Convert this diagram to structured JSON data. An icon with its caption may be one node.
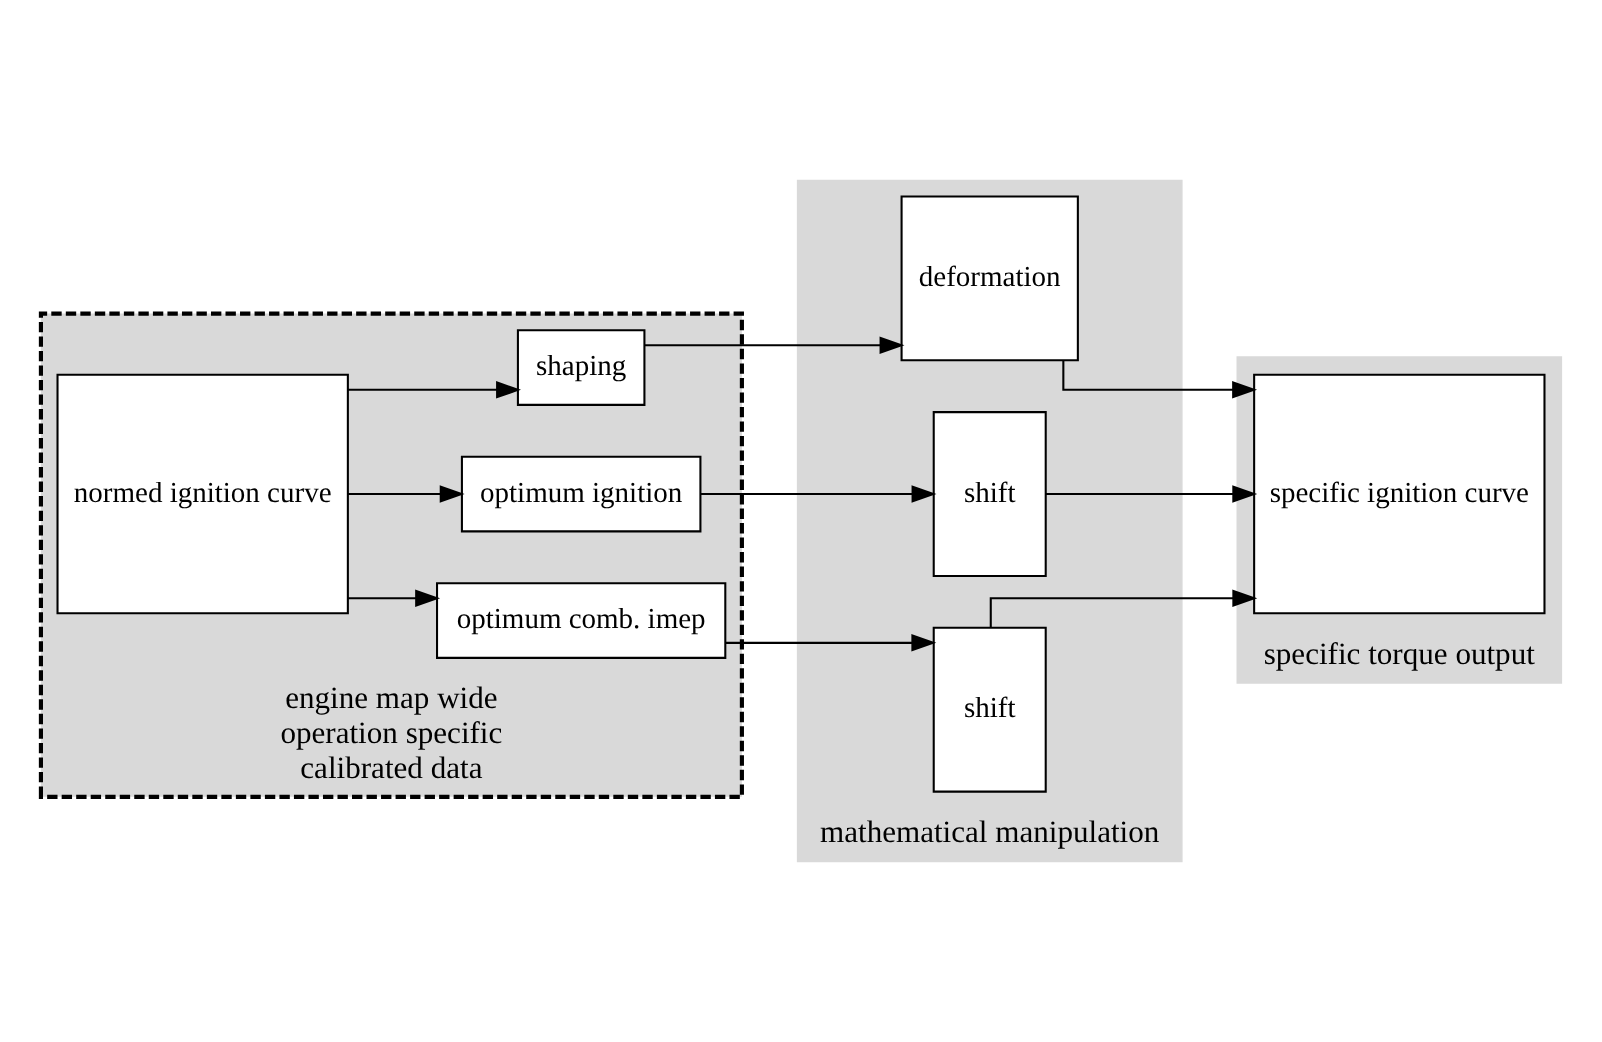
{
  "diagram": {
    "nodes": [
      {
        "text": [
          "engine map wide",
          "operation specific",
          "calibrated data"
        ]
      },
      {
        "text": [
          "normed ignition curve"
        ],
        "in": 0
      },
      {
        "text": [
          "optimum comb. imep"
        ],
        "in": 0
      },
      {
        "text": [
          "optimum ignition"
        ],
        "in": 0
      },
      {
        "text": [
          "shaping"
        ],
        "in": 0
      },
      {
        "text": [
          "mathematical manipulation"
        ]
      },
      {
        "text": [
          "shift"
        ],
        "in": 5
      },
      {
        "text": [
          "shift"
        ],
        "in": 5
      },
      {
        "text": [
          "deformation"
        ],
        "in": 5
      },
      {
        "text": [
          "specific torque output"
        ]
      },
      {
        "text": [
          "specific ignition curve"
        ],
        "in": 9
      }
    ],
    "edges": [
      {
        "from": 1,
        "to": 2,
        "arrow": "to"
      },
      {
        "from": 1,
        "to": 3,
        "arrow": "to"
      },
      {
        "from": 1,
        "to": 4,
        "arrow": "to"
      },
      {
        "from": 2,
        "to": 6,
        "arrow": "to"
      },
      {
        "from": 3,
        "to": 7,
        "arrow": "to"
      },
      {
        "from": 4,
        "to": 8,
        "arrow": "to"
      },
      {
        "from": 6,
        "to": 10,
        "arrow": "to"
      },
      {
        "from": 7,
        "to": 10,
        "arrow": "to"
      },
      {
        "from": 8,
        "to": 10,
        "arrow": "to"
      }
    ]
  }
}
